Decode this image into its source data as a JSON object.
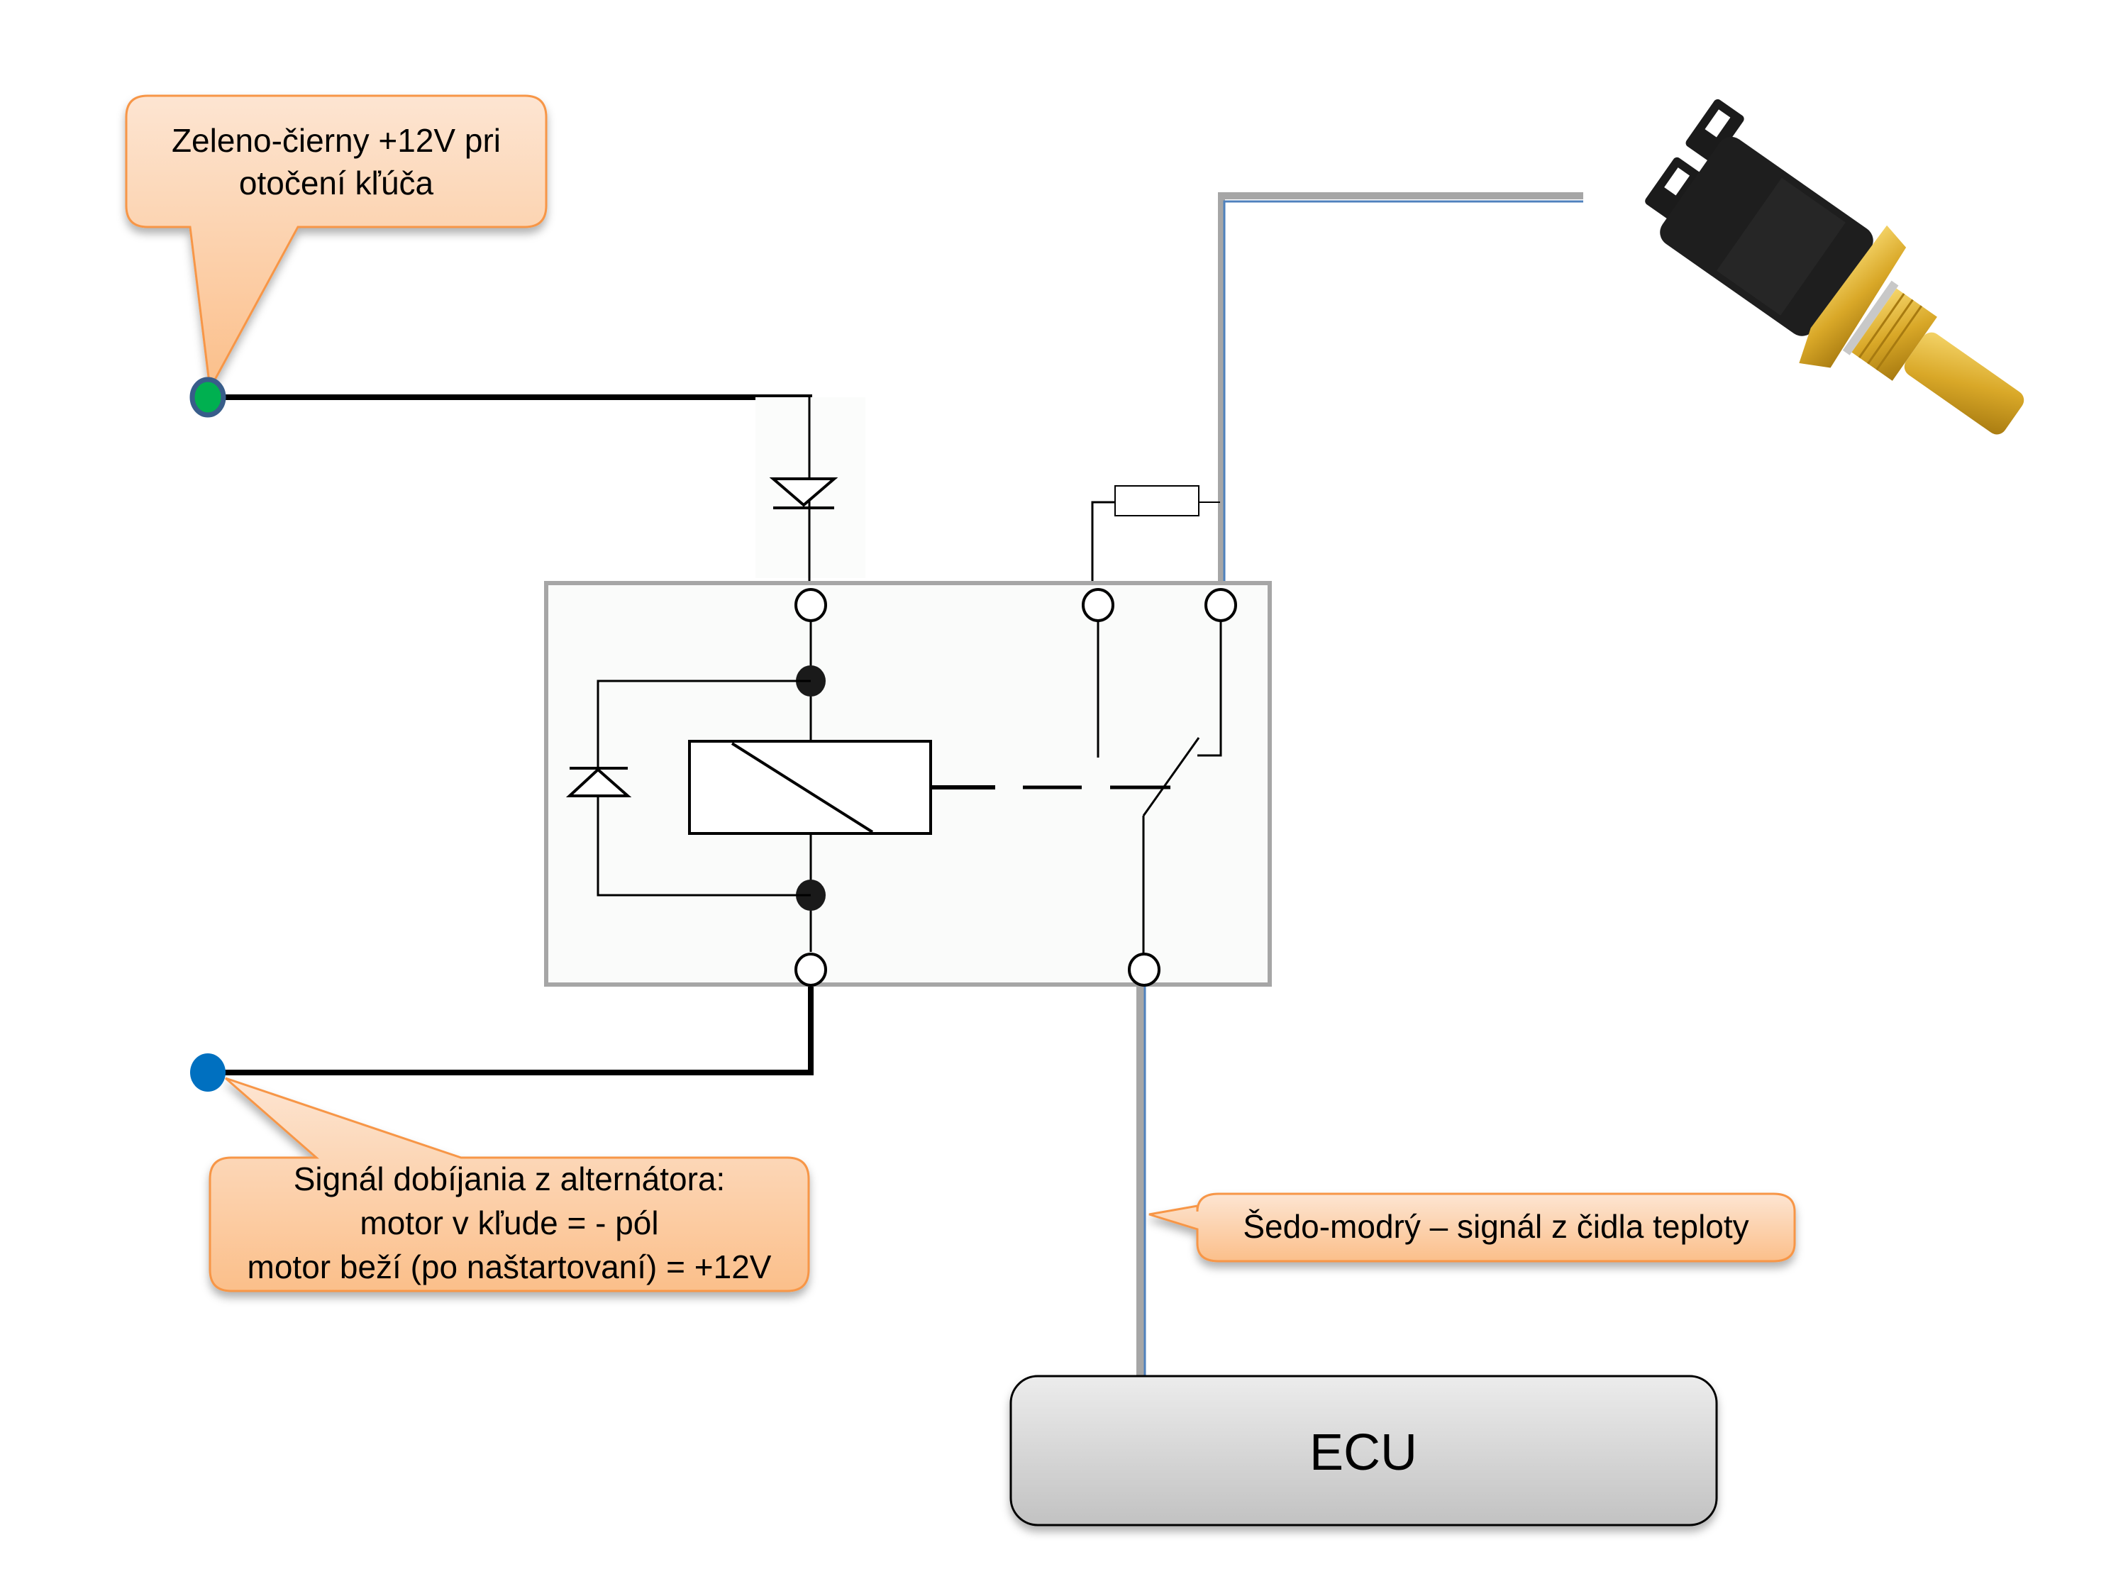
{
  "callouts": {
    "ignition": {
      "lines": [
        "Zeleno-čierny +12V pri",
        "otočení kľúča"
      ]
    },
    "alternator": {
      "lines": [
        "Signál dobíjania z alternátora:",
        "motor v kľude = - pól",
        "motor beží (po naštartovaní) = +12V"
      ]
    },
    "temp_signal": {
      "lines": [
        "Šedo-modrý – signál z čidla teploty"
      ]
    }
  },
  "ecu": {
    "label": "ECU"
  },
  "components": {
    "relay": "relay-with-diode",
    "sensor": "coolant-temperature-sensor",
    "resistor": "resistor",
    "input_diode": "diode"
  },
  "colors": {
    "callout_fill_top": "#fde5d2",
    "callout_fill_bottom": "#fbbf8a",
    "callout_border": "#f79646",
    "wire_black": "#000000",
    "wire_gray": "#a6a6a6",
    "wire_blue": "#4f81bd",
    "node_green": "#00b050",
    "node_green_border": "#385d8a",
    "node_blue": "#0070c0",
    "relay_border": "#a6a6a6",
    "ecu_fill_top": "#ececec",
    "ecu_fill_bottom": "#c2c2c2"
  }
}
